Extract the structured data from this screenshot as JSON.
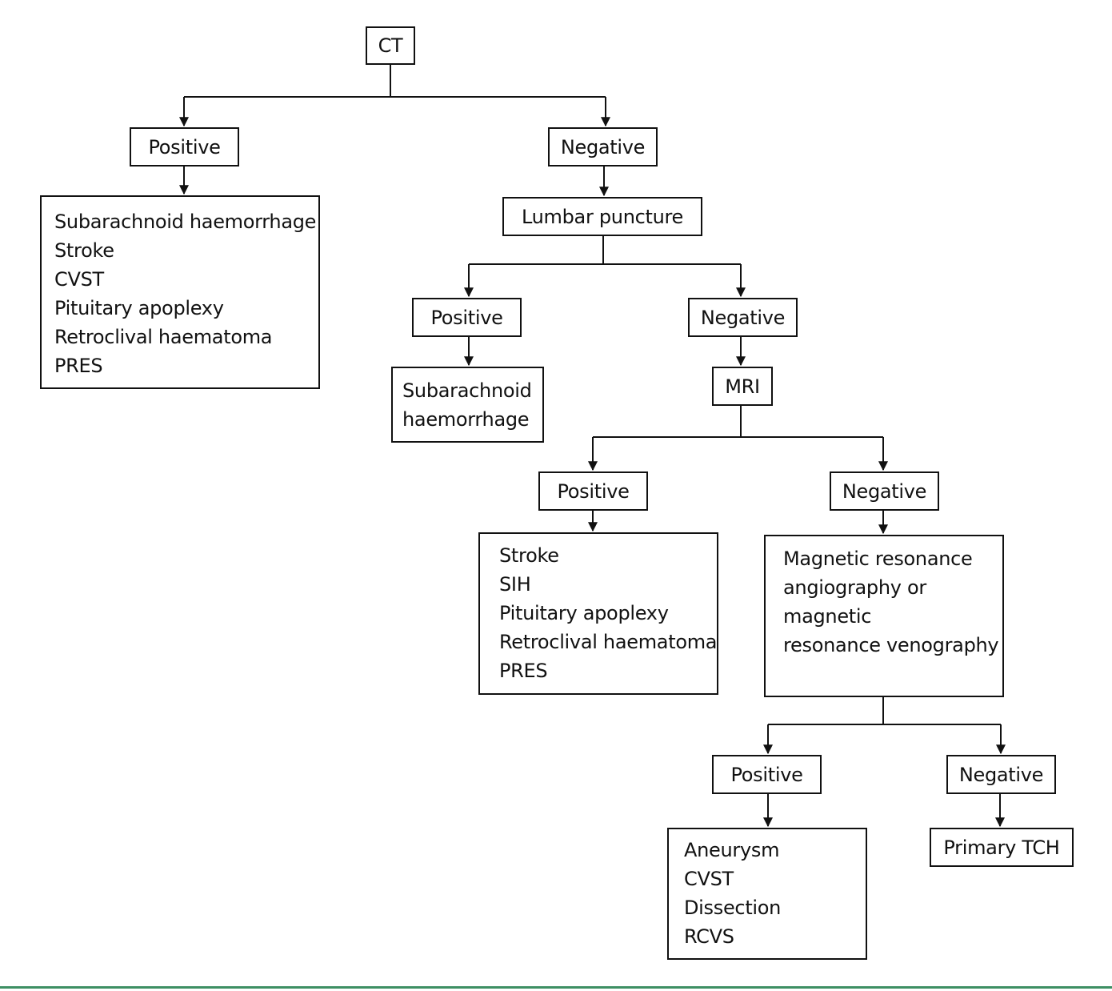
{
  "nodes": {
    "ct": "CT",
    "ct_positive": "Positive",
    "ct_negative": "Negative",
    "ct_positive_result": [
      "Subarachnoid haemorrhage",
      "Stroke",
      "CVST",
      "Pituitary apoplexy",
      "Retroclival haematoma",
      "PRES"
    ],
    "lumbar_puncture": "Lumbar puncture",
    "lp_positive": "Positive",
    "lp_negative": "Negative",
    "lp_positive_result": [
      "Subarachnoid",
      "haemorrhage"
    ],
    "mri": "MRI",
    "mri_positive": "Positive",
    "mri_negative": "Negative",
    "mri_positive_result": [
      "Stroke",
      "SIH",
      "Pituitary apoplexy",
      "Retroclival haematoma",
      "PRES"
    ],
    "mra_mrv": [
      "Magnetic resonance",
      "angiography or",
      "magnetic",
      "resonance venography"
    ],
    "mra_positive": "Positive",
    "mra_negative": "Negative",
    "mra_positive_result": [
      "Aneurysm",
      "CVST",
      "Dissection",
      "RCVS"
    ],
    "mra_negative_result": "Primary TCH"
  },
  "colors": {
    "line": "#111111",
    "bottom_rule": "#3d8f63"
  }
}
